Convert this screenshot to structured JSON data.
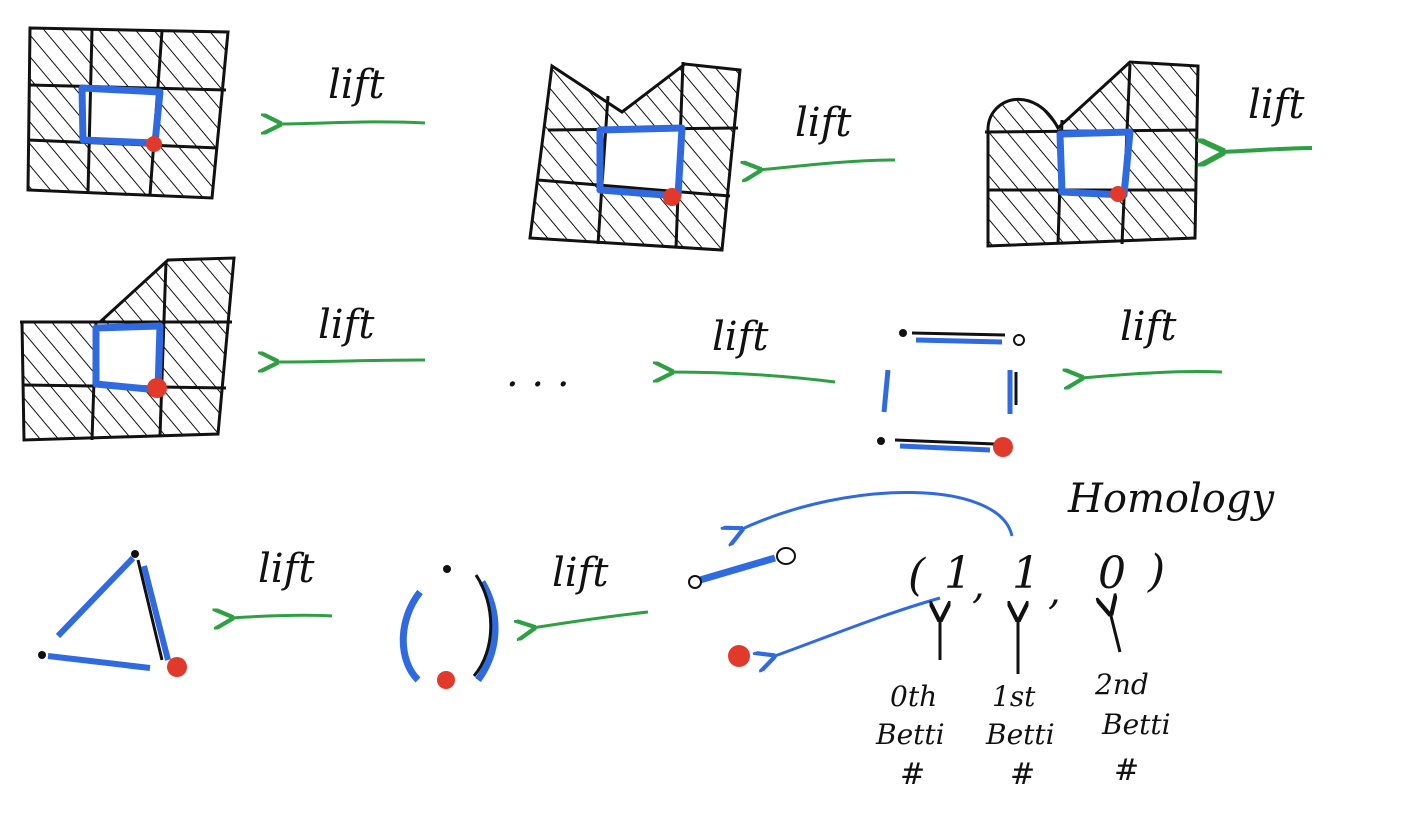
{
  "labels": {
    "lift": "lift",
    "ellipsis": ". . .",
    "homology": "Homology",
    "betti_tuple": [
      "(",
      "1",
      ",",
      "1",
      ",",
      "0",
      ")"
    ],
    "betti_0": [
      "0th",
      "Betti",
      "#"
    ],
    "betti_1": [
      "1st",
      "Betti",
      "#"
    ],
    "betti_2": [
      "2nd",
      "Betti",
      "#"
    ]
  },
  "colors": {
    "ink": "#111111",
    "loop": "#2f6ae0",
    "basepoint": "#e23a2a",
    "arrow": "#2ea043"
  }
}
